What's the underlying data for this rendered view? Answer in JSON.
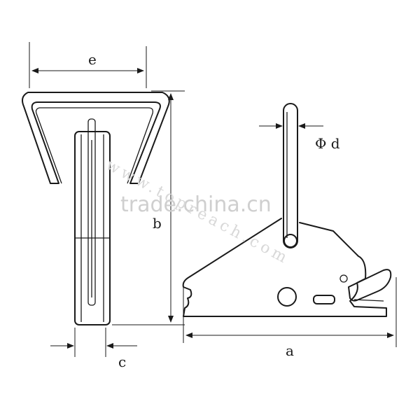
{
  "labels": {
    "e": "e",
    "b": "b",
    "c": "c",
    "d": "Φ d",
    "a": "a"
  },
  "watermark": {
    "main": "trade.china.cn",
    "diagonal": "www.topreach.com"
  },
  "colors": {
    "line": "#1a1a1a",
    "watermark": "#cfcfcf"
  }
}
